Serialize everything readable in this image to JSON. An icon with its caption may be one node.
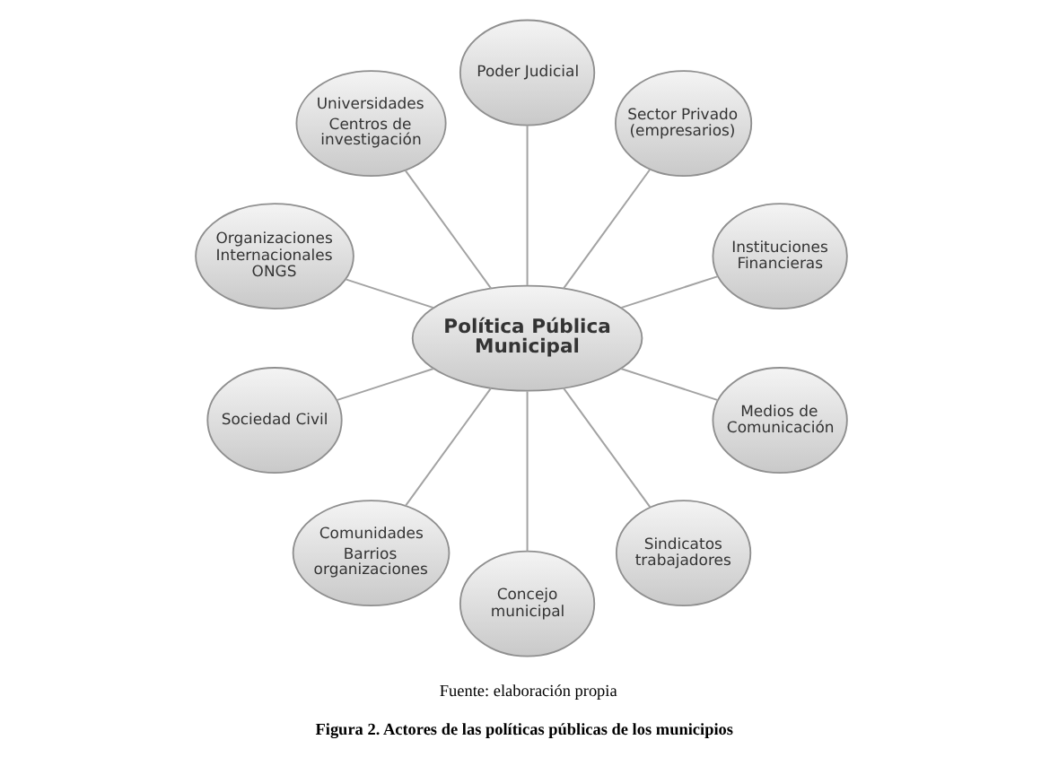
{
  "diagram": {
    "caption": "Figura 2. Actores de las políticas públicas de los municipios",
    "nodes": [
      {
        "text": [
          "Política Pública Municipal"
        ]
      },
      {
        "text": [
          "Poder Judicial"
        ]
      },
      {
        "text": [
          "Sector Privado (empresarios)"
        ]
      },
      {
        "text": [
          "Instituciones Financieras"
        ]
      },
      {
        "text": [
          "Medios de Comunicación"
        ]
      },
      {
        "text": [
          "Sindicatos trabajadores"
        ]
      },
      {
        "text": [
          "Concejo municipal"
        ]
      },
      {
        "text": [
          "Comunidades",
          "Barrios organizaciones"
        ]
      },
      {
        "text": [
          "Sociedad Civil"
        ]
      },
      {
        "text": [
          "Organizaciones Internacionales ONGS"
        ]
      },
      {
        "text": [
          "Universidades",
          "Centros de investigación"
        ]
      }
    ],
    "edges": [
      {
        "from": 0,
        "to": 1,
        "arrow": "none"
      },
      {
        "from": 0,
        "to": 2,
        "arrow": "none"
      },
      {
        "from": 0,
        "to": 3,
        "arrow": "none"
      },
      {
        "from": 0,
        "to": 4,
        "arrow": "none"
      },
      {
        "from": 0,
        "to": 5,
        "arrow": "none"
      },
      {
        "from": 0,
        "to": 6,
        "arrow": "none"
      },
      {
        "from": 0,
        "to": 7,
        "arrow": "none"
      },
      {
        "from": 0,
        "to": 8,
        "arrow": "none"
      },
      {
        "from": 0,
        "to": 9,
        "arrow": "none"
      },
      {
        "from": 0,
        "to": 10,
        "arrow": "none"
      }
    ],
    "labels": [
      "Fuente: elaboración propia"
    ]
  }
}
